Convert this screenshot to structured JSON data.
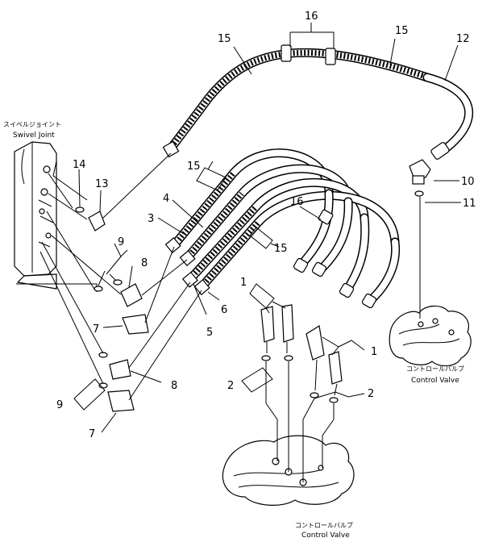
{
  "captions": {
    "swivel_joint_jp": "スイベルジョイント",
    "swivel_joint_en": "Swivel Joint",
    "control_valve_right_jp": "コントロールバルブ",
    "control_valve_right_en": "Control Valve",
    "control_valve_bottom_jp": "コントロールバルブ",
    "control_valve_bottom_en": "Control Valve"
  },
  "callouts": {
    "c16_top": "16",
    "c15_left": "15",
    "c15_right": "15",
    "c12": "12",
    "c10": "10",
    "c11": "11",
    "c14": "14",
    "c13": "13",
    "c15_mid": "15",
    "c4": "4",
    "c3": "3",
    "c16_mid": "16",
    "c15_lower": "15",
    "c9_upper": "9",
    "c8_upper": "8",
    "c1_left": "1",
    "c7_upper": "7",
    "c6": "6",
    "c5": "5",
    "c1_right": "1",
    "c8_lower": "8",
    "c2_left": "2",
    "c9_lower": "9",
    "c2_right": "2",
    "c7_lower": "7"
  }
}
